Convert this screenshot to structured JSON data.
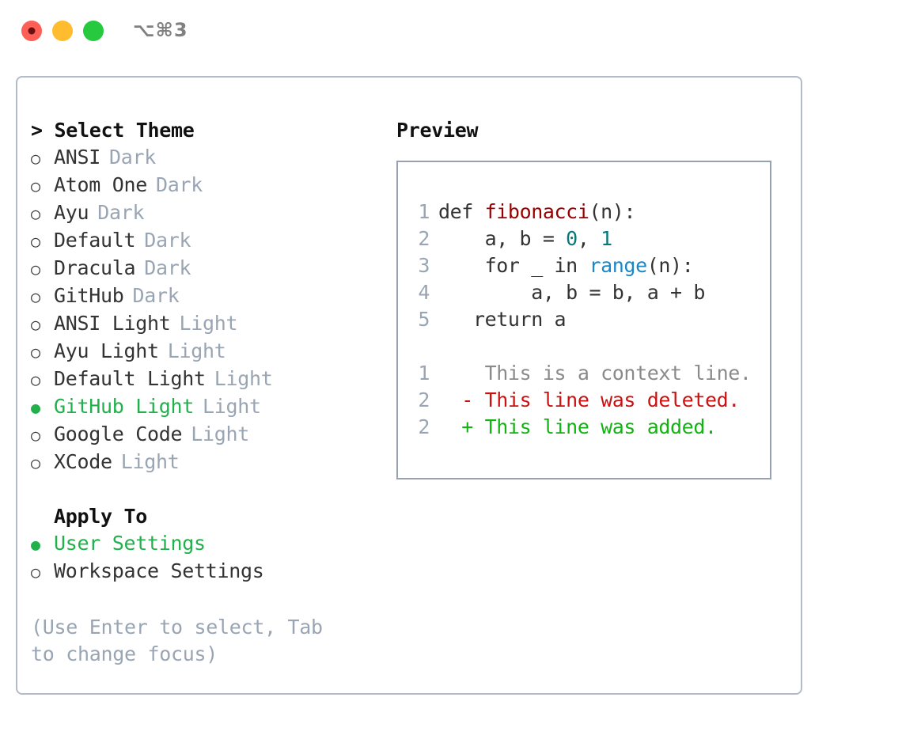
{
  "titlebar": {
    "dots": [
      "close-red",
      "minimize-yellow",
      "maximize-green"
    ],
    "shortcut": "⌥⌘3"
  },
  "theme_panel": {
    "title": "> Select Theme",
    "items": [
      {
        "marker": "○",
        "name": "ANSI",
        "badge": "Dark",
        "selected": false
      },
      {
        "marker": "○",
        "name": "Atom One",
        "badge": "Dark",
        "selected": false
      },
      {
        "marker": "○",
        "name": "Ayu",
        "badge": "Dark",
        "selected": false
      },
      {
        "marker": "○",
        "name": "Default",
        "badge": "Dark",
        "selected": false
      },
      {
        "marker": "○",
        "name": "Dracula",
        "badge": "Dark",
        "selected": false
      },
      {
        "marker": "○",
        "name": "GitHub",
        "badge": "Dark",
        "selected": false
      },
      {
        "marker": "○",
        "name": "ANSI Light",
        "badge": "Light",
        "selected": false
      },
      {
        "marker": "○",
        "name": "Ayu Light",
        "badge": "Light",
        "selected": false
      },
      {
        "marker": "○",
        "name": "Default Light",
        "badge": "Light",
        "selected": false
      },
      {
        "marker": "●",
        "name": "GitHub Light",
        "badge": "Light",
        "selected": true
      },
      {
        "marker": "○",
        "name": "Google Code",
        "badge": "Light",
        "selected": false
      },
      {
        "marker": "○",
        "name": "XCode",
        "badge": "Light",
        "selected": false
      }
    ]
  },
  "apply_to": {
    "label": "Apply To",
    "options": [
      {
        "marker": "●",
        "name": "User Settings",
        "selected": true
      },
      {
        "marker": "○",
        "name": "Workspace Settings",
        "selected": false
      }
    ]
  },
  "hint": "(Use Enter to select, Tab to change focus)",
  "preview": {
    "title": "Preview",
    "code_lines": [
      {
        "num": "1",
        "tokens": [
          {
            "t": "def ",
            "c": "plain"
          },
          {
            "t": "fibonacci",
            "c": "func"
          },
          {
            "t": "(n):",
            "c": "plain"
          }
        ]
      },
      {
        "num": "2",
        "tokens": [
          {
            "t": "    a, b = ",
            "c": "plain"
          },
          {
            "t": "0",
            "c": "num"
          },
          {
            "t": ", ",
            "c": "plain"
          },
          {
            "t": "1",
            "c": "num"
          }
        ]
      },
      {
        "num": "3",
        "tokens": [
          {
            "t": "    for _ in ",
            "c": "plain"
          },
          {
            "t": "range",
            "c": "builtin"
          },
          {
            "t": "(n):",
            "c": "plain"
          }
        ]
      },
      {
        "num": "4",
        "tokens": [
          {
            "t": "        a, b = b, a + b",
            "c": "plain"
          }
        ]
      },
      {
        "num": "5",
        "tokens": [
          {
            "t": "   return a",
            "c": "plain"
          }
        ]
      }
    ],
    "diff_lines": [
      {
        "num": "1",
        "prefix": "  ",
        "text": "This is a context line.",
        "kind": "ctx"
      },
      {
        "num": "2",
        "prefix": "- ",
        "text": "This line was deleted.",
        "kind": "del"
      },
      {
        "num": "2",
        "prefix": "+ ",
        "text": "This line was added.",
        "kind": "add"
      }
    ]
  },
  "colors": {
    "accent_green": "#21b04b",
    "muted": "#9aa5b4",
    "window_border": "#b2bbc8",
    "preview_border": "#96a1b1",
    "syntax_function": "#990000",
    "syntax_number": "#09787d",
    "syntax_builtin": "#1a87c6",
    "diff_deleted": "#cc1111",
    "diff_added": "#12b312",
    "diff_context": "#8a8a8a",
    "dot_red": "#fd5f56",
    "dot_yellow": "#febc2e",
    "dot_green": "#27c93f"
  }
}
